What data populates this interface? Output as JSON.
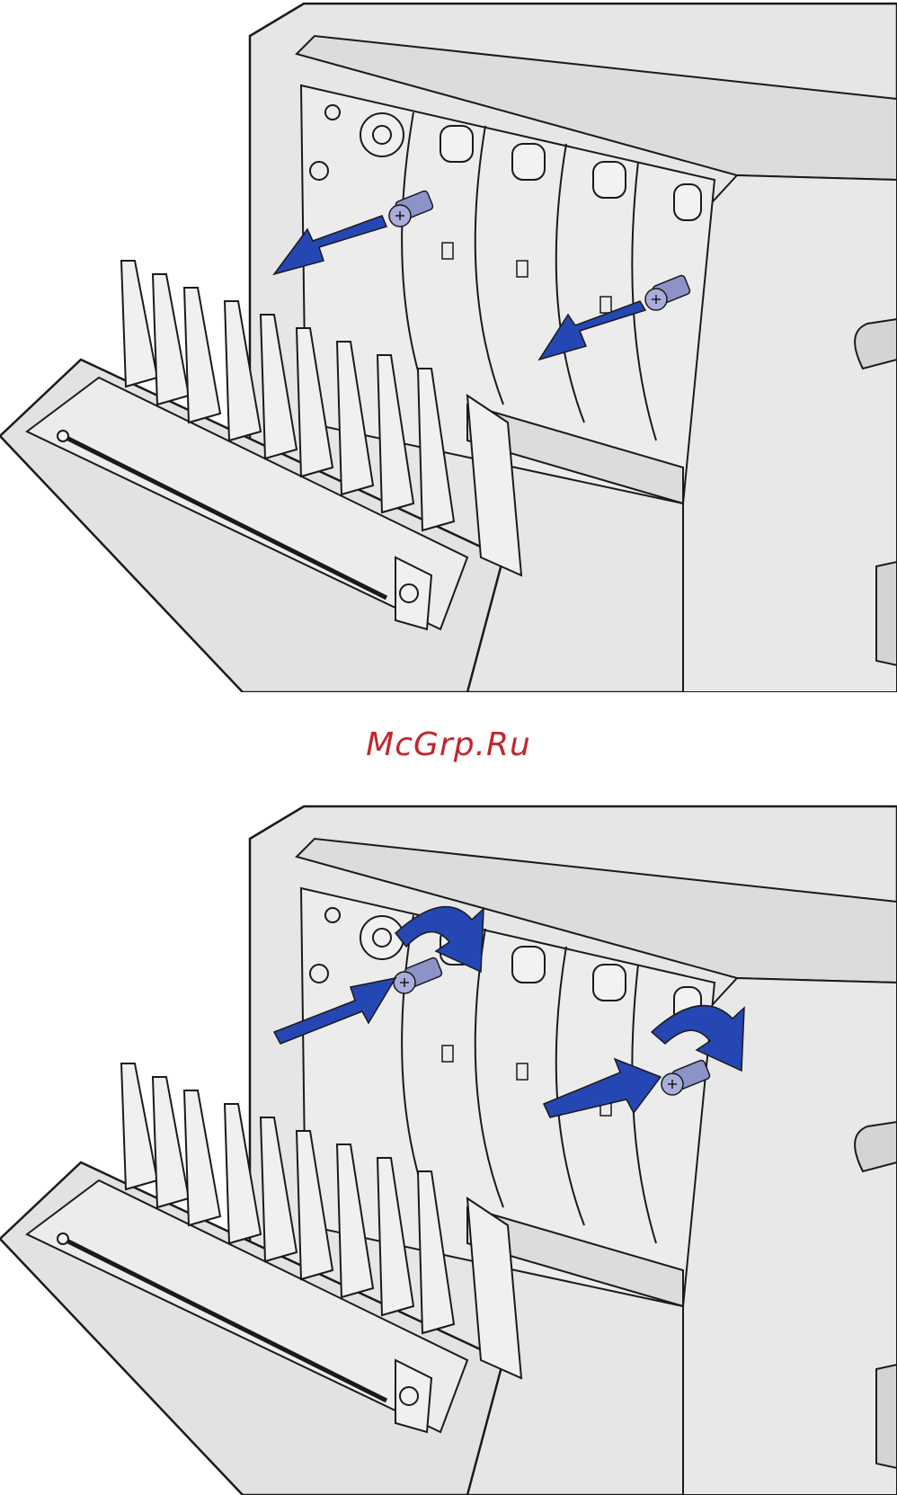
{
  "watermark": {
    "text": "McGrp.Ru",
    "color": "#c0272d"
  },
  "colors": {
    "housing": "#e6e6e6",
    "housing_dark": "#d4d4d4",
    "outline": "#1a1a1a",
    "arrow": "#2547b3",
    "knob": "#8c93c9",
    "knob_dark": "#4e56a0"
  },
  "panels": [
    {
      "step": "remove-screws",
      "arrow_icons": [
        "arrow-pull-out-icon",
        "arrow-pull-out-icon"
      ]
    },
    {
      "step": "insert-and-tighten-screws",
      "arrow_icons": [
        "arrow-push-in-icon",
        "rotate-clockwise-icon",
        "arrow-push-in-icon",
        "rotate-clockwise-icon"
      ]
    }
  ]
}
